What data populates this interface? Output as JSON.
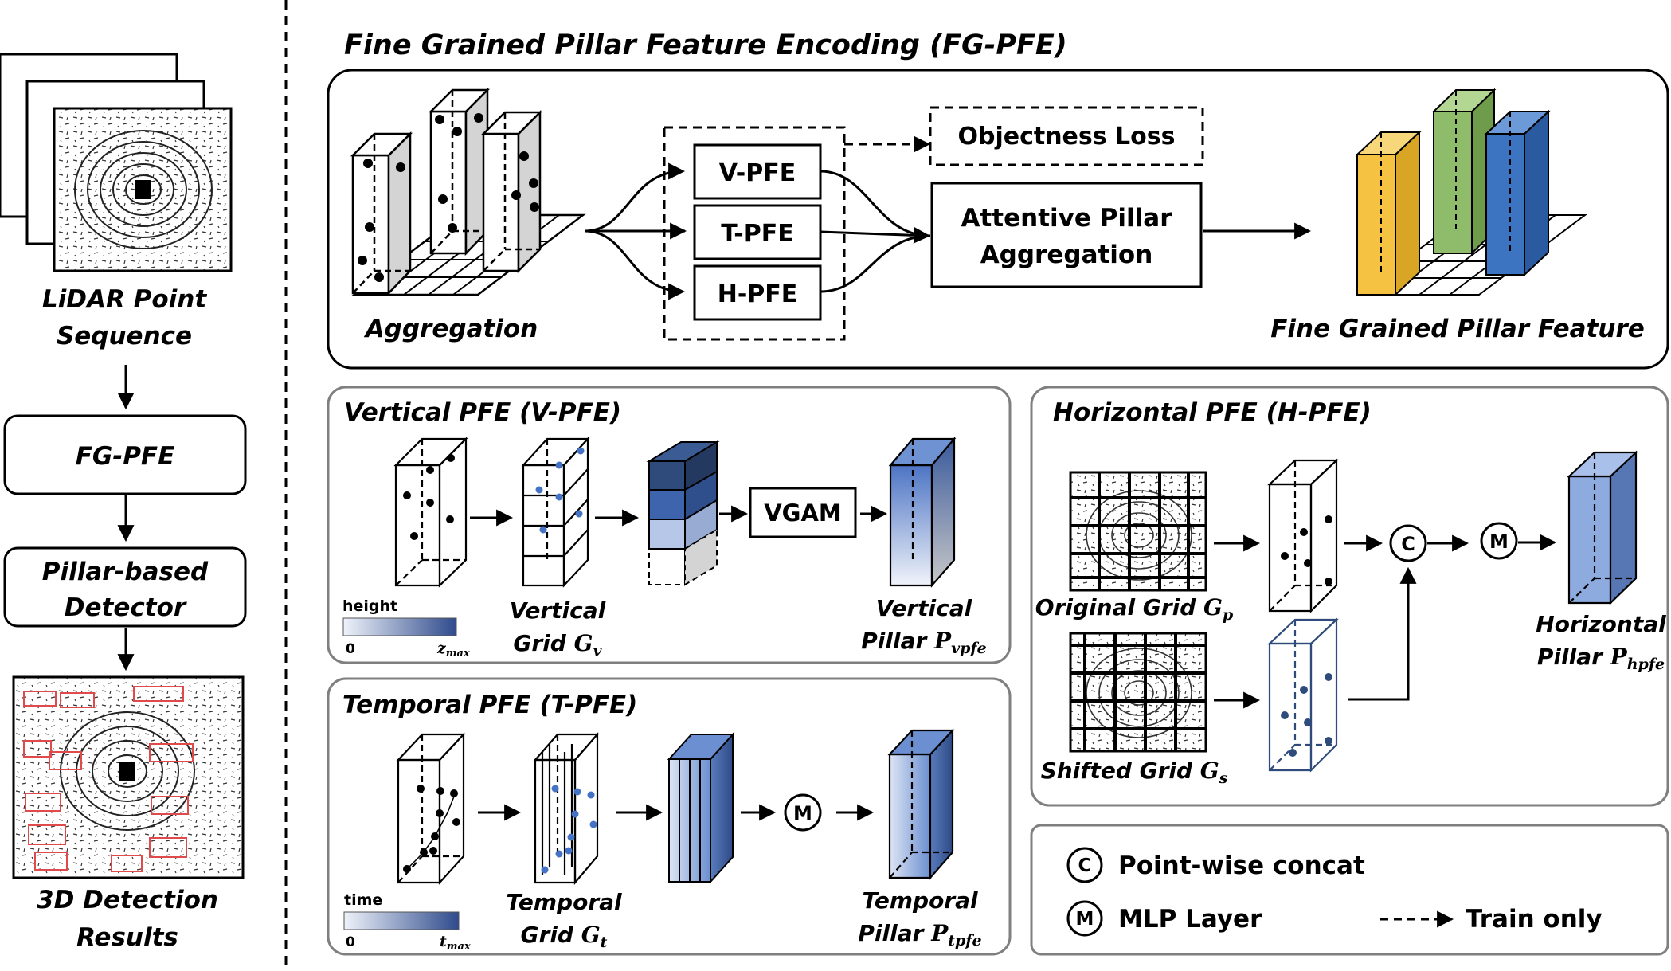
{
  "left_panel": {
    "input_label": [
      "LiDAR Point",
      "Sequence"
    ],
    "fgpfe_box": "FG-PFE",
    "detector_box": [
      "Pillar-based",
      "Detector"
    ],
    "output_label": [
      "3D Detection",
      "Results"
    ]
  },
  "fgpfe": {
    "title": "Fine Grained Pillar Feature Encoding (FG-PFE)",
    "aggregation_label": "Aggregation",
    "vpfe": "V-PFE",
    "tpfe": "T-PFE",
    "hpfe": "H-PFE",
    "objectness_loss": "Objectness Loss",
    "attentive_aggregation": [
      "Attentive Pillar",
      "Aggregation"
    ],
    "output_label": "Fine Grained Pillar Feature"
  },
  "vertical_pfe": {
    "title": "Vertical PFE (V-PFE)",
    "colorbar_title": "height",
    "colorbar_min": "0",
    "colorbar_max": "z",
    "colorbar_max_sub": "max",
    "grid_label": "Vertical",
    "grid_sym_prefix": "Grid ",
    "grid_sym": "G",
    "grid_sub": "v",
    "vgam": "VGAM",
    "output_line1": "Vertical",
    "output_prefix": "Pillar ",
    "output_sym": "P",
    "output_sub": "vpfe"
  },
  "temporal_pfe": {
    "title": "Temporal PFE (T-PFE)",
    "colorbar_title": "time",
    "colorbar_min": "0",
    "colorbar_max": "t",
    "colorbar_max_sub": "max",
    "grid_label": "Temporal",
    "grid_sym_prefix": "Grid ",
    "grid_sym": "G",
    "grid_sub": "t",
    "mlp": "M",
    "output_line1": "Temporal",
    "output_prefix": "Pillar ",
    "output_sym": "P",
    "output_sub": "tpfe"
  },
  "horizontal_pfe": {
    "title": "Horizontal PFE (H-PFE)",
    "original_prefix": "Original Grid ",
    "original_sym": "G",
    "original_sub": "p",
    "shifted_prefix": "Shifted Grid ",
    "shifted_sym": "G",
    "shifted_sub": "s",
    "concat": "C",
    "mlp": "M",
    "output_line1": "Horizontal",
    "output_prefix": "Pillar ",
    "output_sym": "P",
    "output_sub": "hpfe"
  },
  "legend": {
    "concat_symbol": "C",
    "concat_label": "Point-wise concat",
    "mlp_symbol": "M",
    "mlp_label": "MLP Layer",
    "train_only_label": "Train only"
  },
  "colors": {
    "blue_dark": "#2f4b7c",
    "blue_mid": "#4472c4",
    "blue_light": "#c9d6ee",
    "yellow": "#f5c242",
    "green": "#8fbc6a",
    "blue_bar": "#3d74c2",
    "gray_face": "#d4d4d4"
  }
}
